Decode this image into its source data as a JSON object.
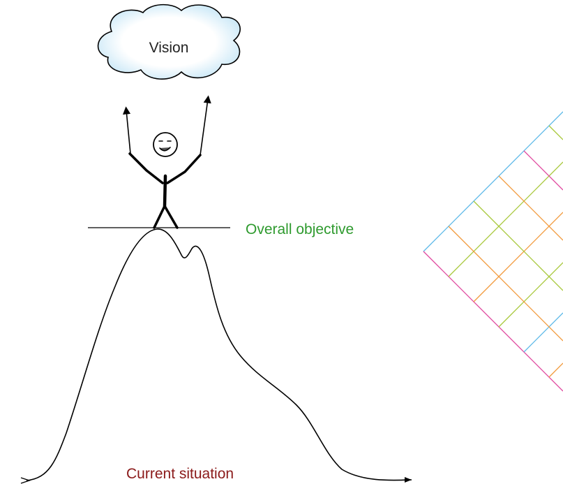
{
  "labels": {
    "vision": "Vision",
    "objective": "Overall objective",
    "current": "Current situation"
  },
  "colors": {
    "objective_text": "#2e9a2e",
    "current_text": "#8b1a1a",
    "cloud_fill_inner": "#ffffff",
    "cloud_fill_outer": "#bfe3f5",
    "line": "#000000",
    "grid_cyan": "#5bb8e8",
    "grid_magenta": "#e0479e",
    "grid_orange": "#f29a3c",
    "grid_lime": "#a8c83a"
  }
}
